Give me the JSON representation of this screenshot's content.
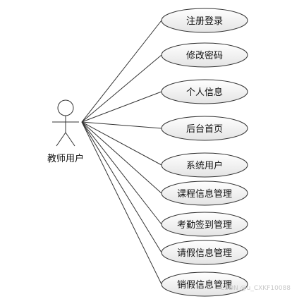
{
  "actor": {
    "label": "教师用户"
  },
  "use_cases": [
    {
      "id": "uc1",
      "label": "注册登录"
    },
    {
      "id": "uc2",
      "label": "修改密码"
    },
    {
      "id": "uc3",
      "label": "个人信息"
    },
    {
      "id": "uc4",
      "label": "后台首页"
    },
    {
      "id": "uc5",
      "label": "系统用户"
    },
    {
      "id": "uc6",
      "label": "课程信息管理"
    },
    {
      "id": "uc7",
      "label": "考勤签到管理"
    },
    {
      "id": "uc8",
      "label": "请假信息管理"
    },
    {
      "id": "uc9",
      "label": "销假信息管理"
    }
  ],
  "watermark": "CSDN @u_CXKF10088",
  "colors": {
    "ellipse_fill_top": "#ffffff",
    "ellipse_fill_bottom": "#e6e6e6",
    "stroke": "#333333"
  }
}
